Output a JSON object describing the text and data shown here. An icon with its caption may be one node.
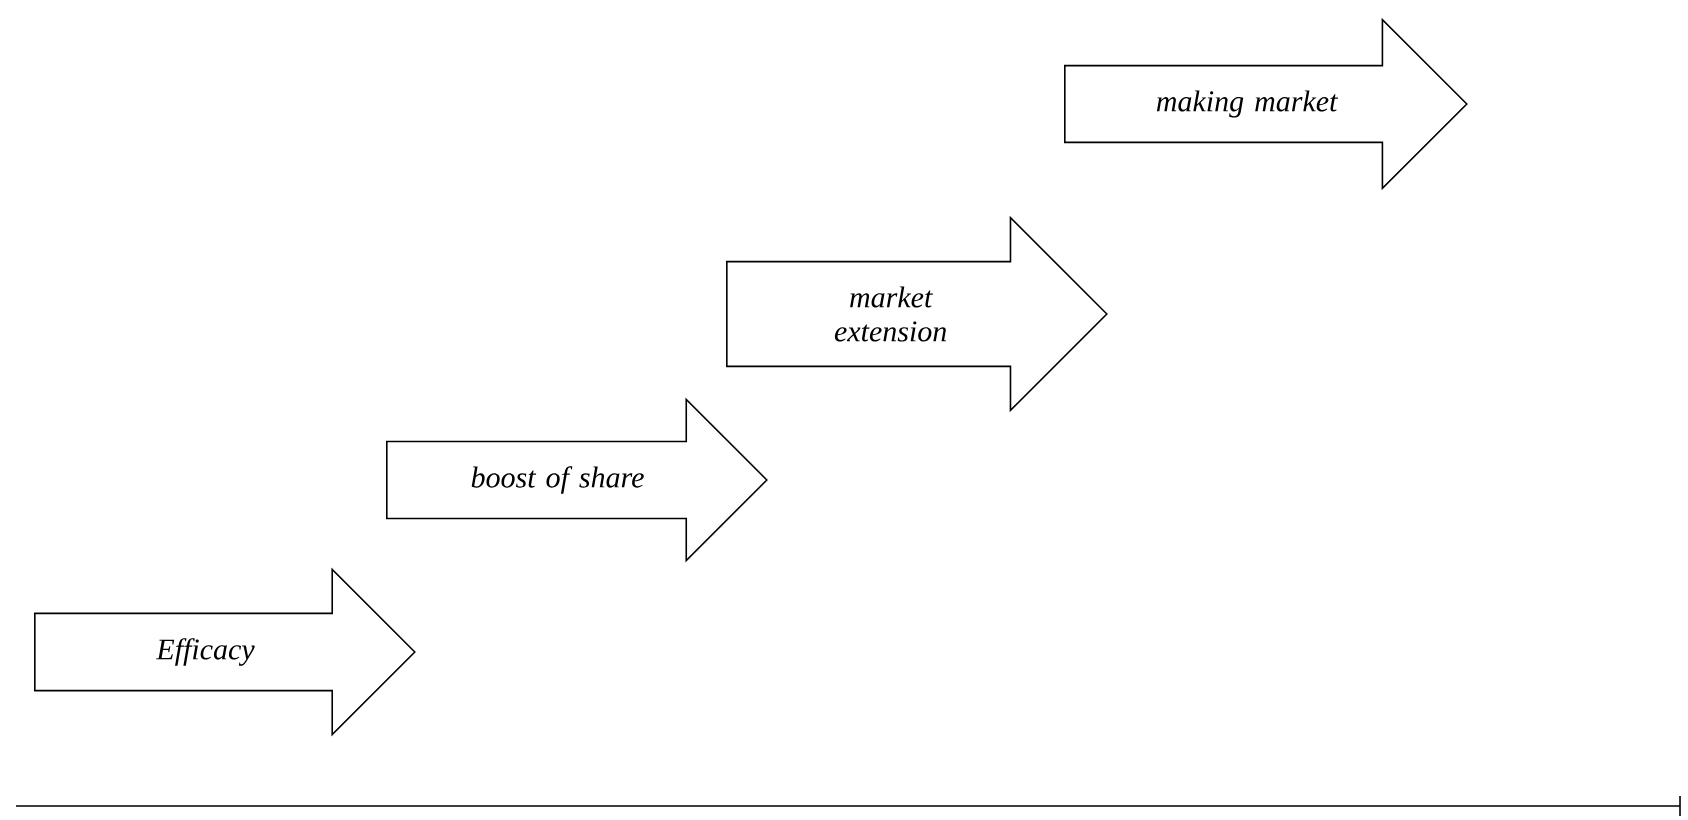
{
  "diagram": {
    "nodes": [
      {
        "text": [
          "Efficacy"
        ]
      },
      {
        "text": [
          "boost of share"
        ]
      },
      {
        "text": [
          "market extension"
        ]
      },
      {
        "text": [
          "making market"
        ]
      }
    ]
  }
}
